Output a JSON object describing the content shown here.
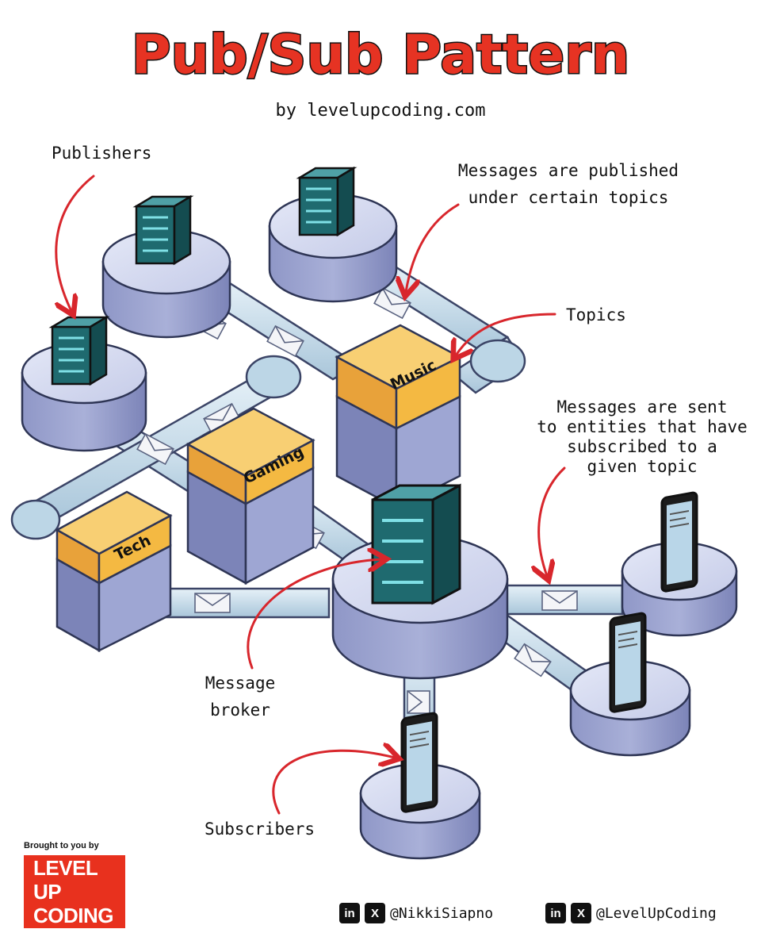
{
  "title": "Pub/Sub Pattern",
  "subtitle": "by levelupcoding.com",
  "annotations": {
    "publishers": "Publishers",
    "published_1": "Messages are published",
    "published_2": "under certain topics",
    "topics": "Topics",
    "sent_1": "Messages are sent",
    "sent_2": "to entities that have",
    "sent_3": "subscribed to a",
    "sent_4": "given topic",
    "broker_1": "Message",
    "broker_2": "broker",
    "subscribers": "Subscribers"
  },
  "topics": {
    "music": "Music",
    "gaming": "Gaming",
    "tech": "Tech"
  },
  "footer": {
    "brought": "Brought to you by",
    "logo_line1": "LEVEL UP",
    "logo_line2": "CODING",
    "handle1": "@NikkiSiapno",
    "handle2": "@LevelUpCoding",
    "linkedin_glyph": "in",
    "x_glyph": "X"
  },
  "colors": {
    "title_fill": "#e63323",
    "topic_box": "#f4b942",
    "server": "#1f6a6f",
    "pedestal": "#b9bfe0",
    "pipe": "#cfe3ef",
    "arrow": "#d8262c"
  }
}
